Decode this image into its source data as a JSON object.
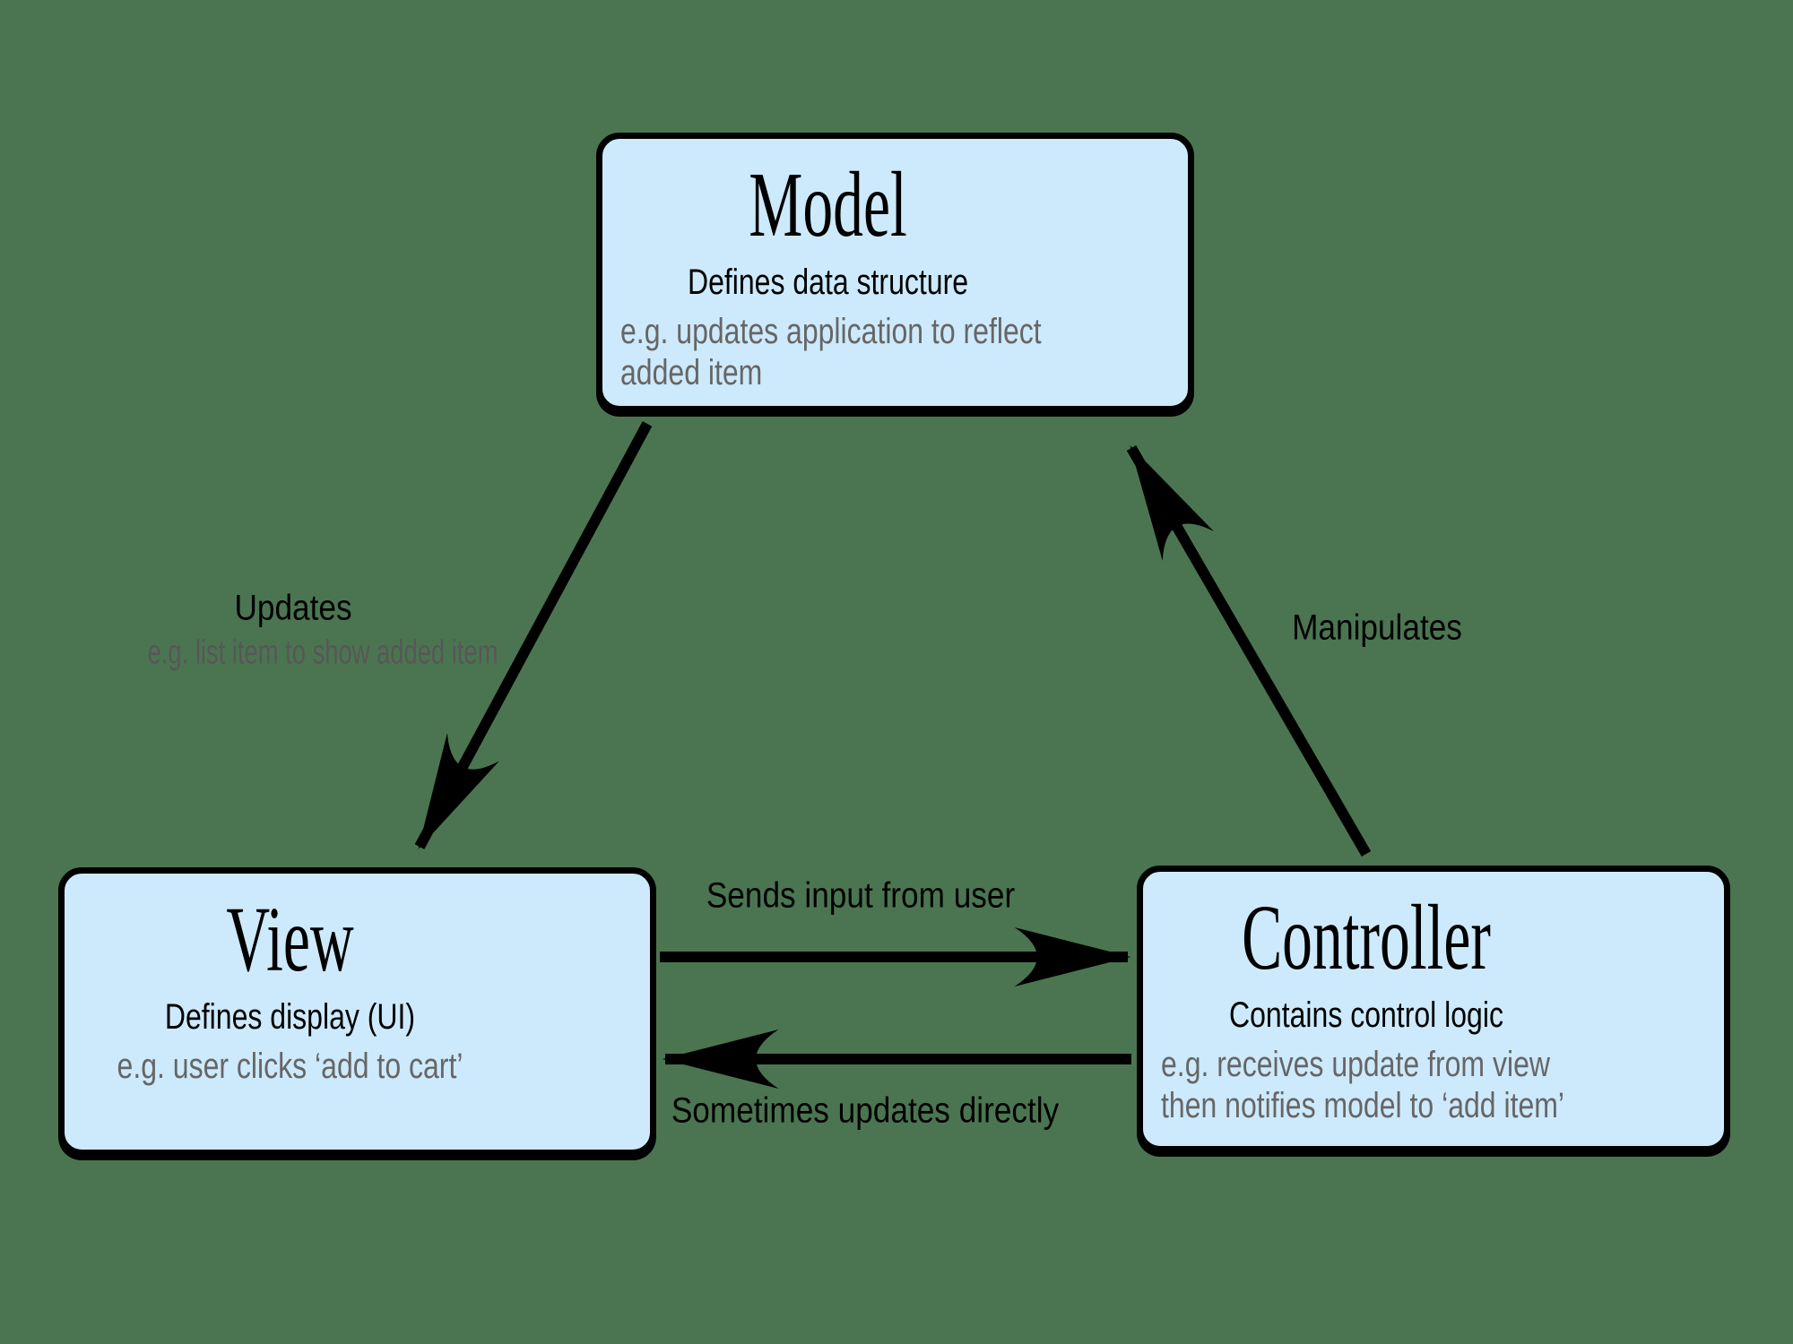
{
  "colors": {
    "background": "#4b7551",
    "box_fill": "#cdeafc",
    "box_border": "#000000",
    "text_primary": "#000000",
    "text_secondary": "#666666",
    "arrow": "#000000"
  },
  "boxes": {
    "model": {
      "title": "Model",
      "subtitle": "Defines data structure",
      "example": "e.g. updates application to reflect added item"
    },
    "view": {
      "title": "View",
      "subtitle": "Defines display (UI)",
      "example": "e.g. user clicks ‘add to cart’"
    },
    "controller": {
      "title": "Controller",
      "subtitle": "Contains control logic",
      "example_line1": "e.g. receives update from view",
      "example_line2": "then notifies model to ‘add item’"
    }
  },
  "arrows": {
    "model_to_view": {
      "label": "Updates",
      "sublabel": "e.g. list item to show added item"
    },
    "controller_to_model": {
      "label": "Manipulates"
    },
    "view_to_controller": {
      "label": "Sends input from user"
    },
    "controller_to_view": {
      "label": "Sometimes updates directly"
    }
  }
}
